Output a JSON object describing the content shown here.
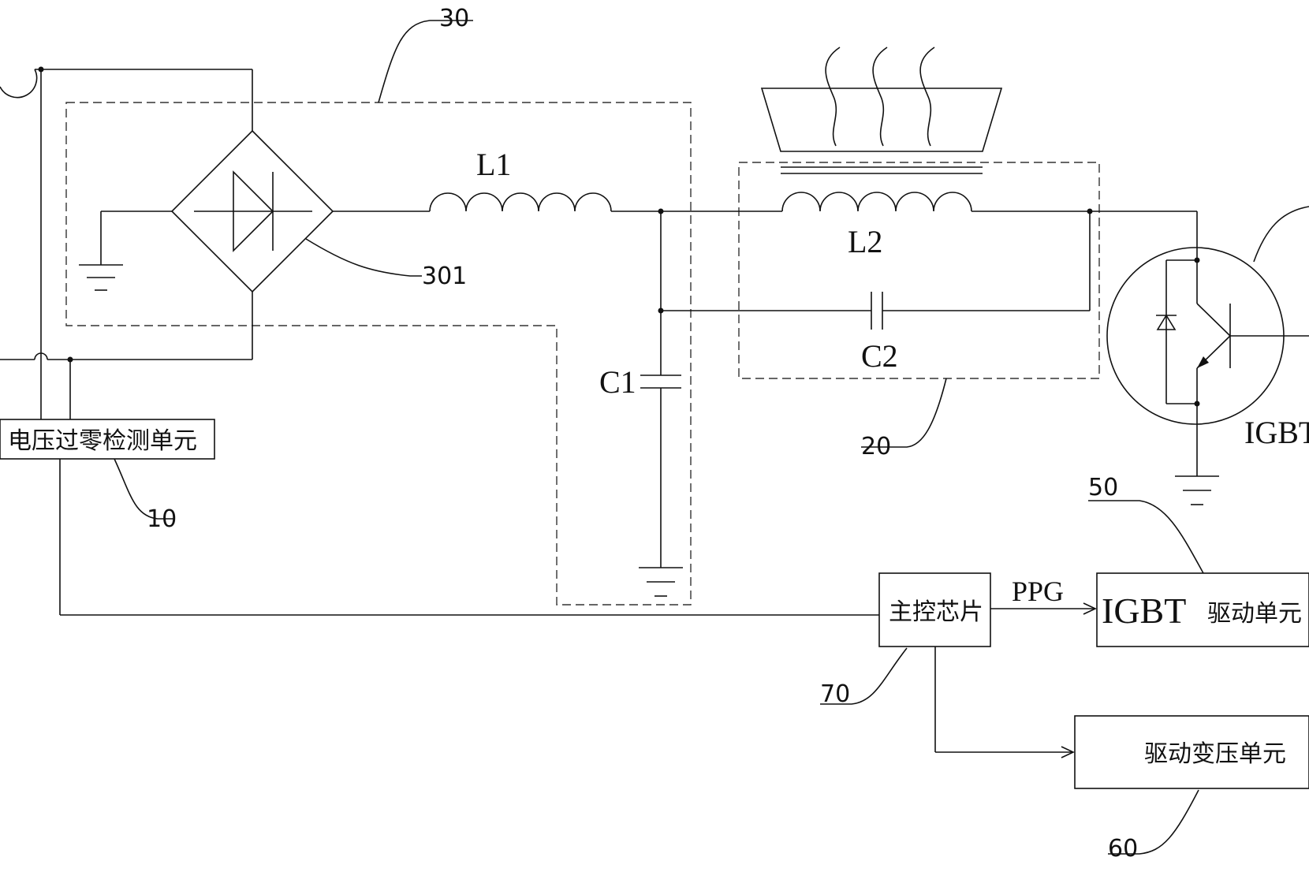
{
  "components": {
    "inductor_1": "L1",
    "inductor_2": "L2",
    "capacitor_1": "C1",
    "capacitor_2": "C2",
    "switch": "IGBT",
    "pwm_signal": "PPG"
  },
  "blocks": {
    "zero_cross_unit": "电压过零检测单元",
    "main_chip": "主控芯片",
    "igbt_driver_prefix": "IGBT",
    "igbt_driver_suffix": "驱动单元",
    "drive_transformer_unit": "驱动变压单元"
  },
  "reference_numerals": {
    "rectifier_filter_circuit": "30",
    "rectifier_bridge": "301",
    "resonant_circuit": "20",
    "zero_cross_unit": "10",
    "igbt_driver": "50",
    "main_chip": "70",
    "drive_transformer_unit": "60"
  }
}
